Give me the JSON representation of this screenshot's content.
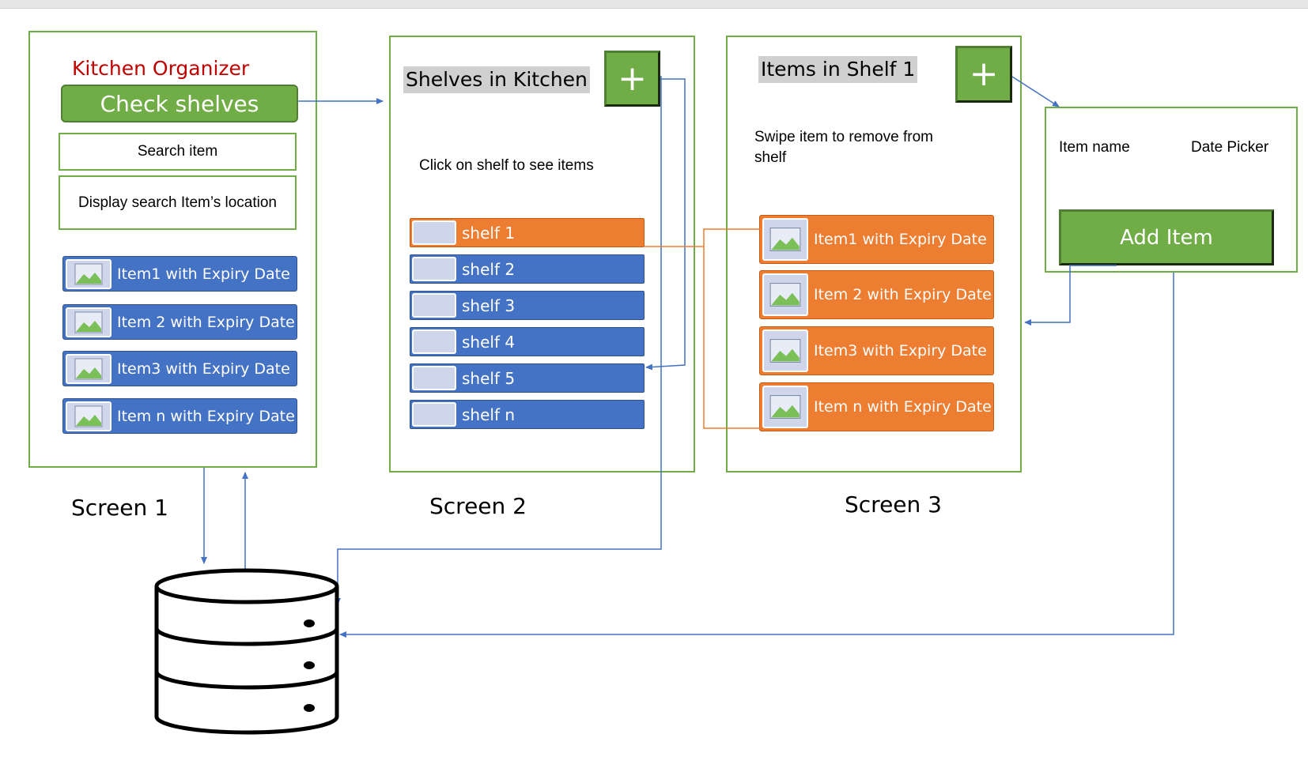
{
  "screen1": {
    "app_title": "Kitchen Organizer",
    "check_button": "Check shelves",
    "search_label": "Search item",
    "location_label": "Display search Item’s location",
    "items": [
      "Item1 with Expiry Date",
      "Item 2 with Expiry Date",
      "Item3 with Expiry Date",
      "Item n with Expiry Date"
    ],
    "label": "Screen 1"
  },
  "screen2": {
    "title": "Shelves in Kitchen",
    "add_symbol": "+",
    "hint": "Click on shelf to see items",
    "shelves": [
      "shelf 1",
      "shelf 2",
      "shelf 3",
      "shelf 4",
      "shelf 5",
      "shelf n"
    ],
    "label": "Screen 2"
  },
  "screen3": {
    "title": "Items in Shelf 1",
    "add_symbol": "+",
    "hint": "Swipe item to remove from shelf",
    "items": [
      "Item1 with Expiry Date",
      "Item 2 with Expiry Date",
      "Item3 with Expiry Date",
      "Item n with Expiry Date"
    ],
    "label": "Screen 3"
  },
  "add_form": {
    "item_name_label": "Item name",
    "date_picker_label": "Date Picker",
    "add_button": "Add Item"
  },
  "colors": {
    "green": "#70ad47",
    "blue": "#4472c4",
    "orange": "#ed7d31",
    "title_red": "#c00000",
    "connector_blue": "#4472c4",
    "connector_orange": "#ed7d31"
  },
  "icons": [
    "picture-icon",
    "plus-icon",
    "database-icon"
  ]
}
